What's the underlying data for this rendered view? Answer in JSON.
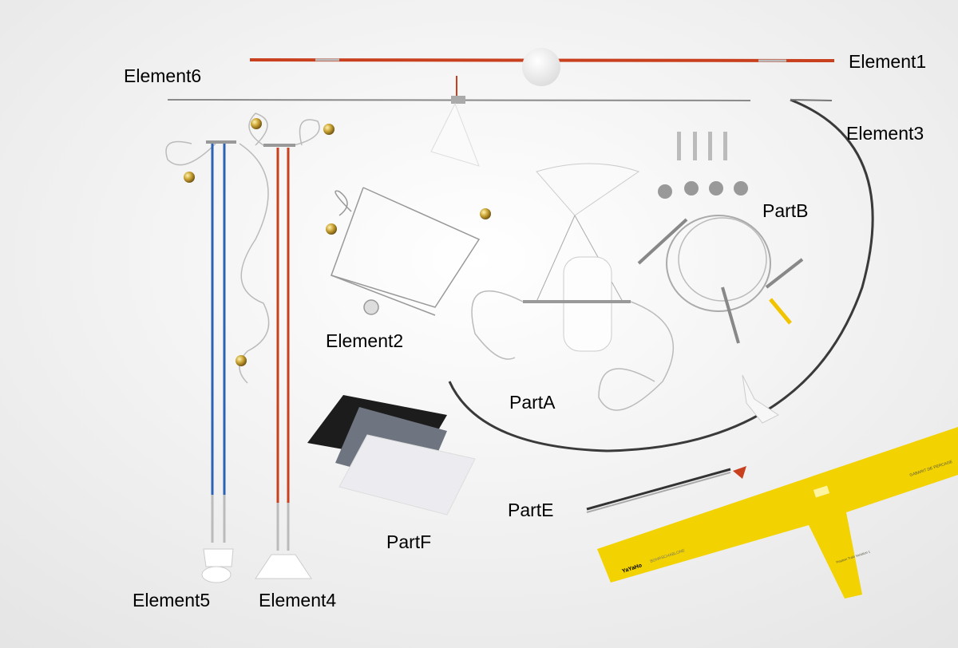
{
  "labels": {
    "element1": "Element1",
    "element2": "Element2",
    "element3": "Element3",
    "element4": "Element4",
    "element5": "Element5",
    "element6": "Element6",
    "partA": "PartA",
    "partB": "PartB",
    "partE": "PartE",
    "partF": "PartF"
  },
  "ruler": {
    "brand": "YaYaHo",
    "name_de": "BOHRSCHABLONE",
    "name_fr": "GABARIT DE PERCAGE",
    "position_note": "Position Trafo Variation 1"
  },
  "colors": {
    "background": "#f2f2f2",
    "red_rod": "#c8401e",
    "blue_rod": "#2a62b8",
    "ruler_yellow": "#f2d200",
    "steel": "#9a9a9a"
  }
}
